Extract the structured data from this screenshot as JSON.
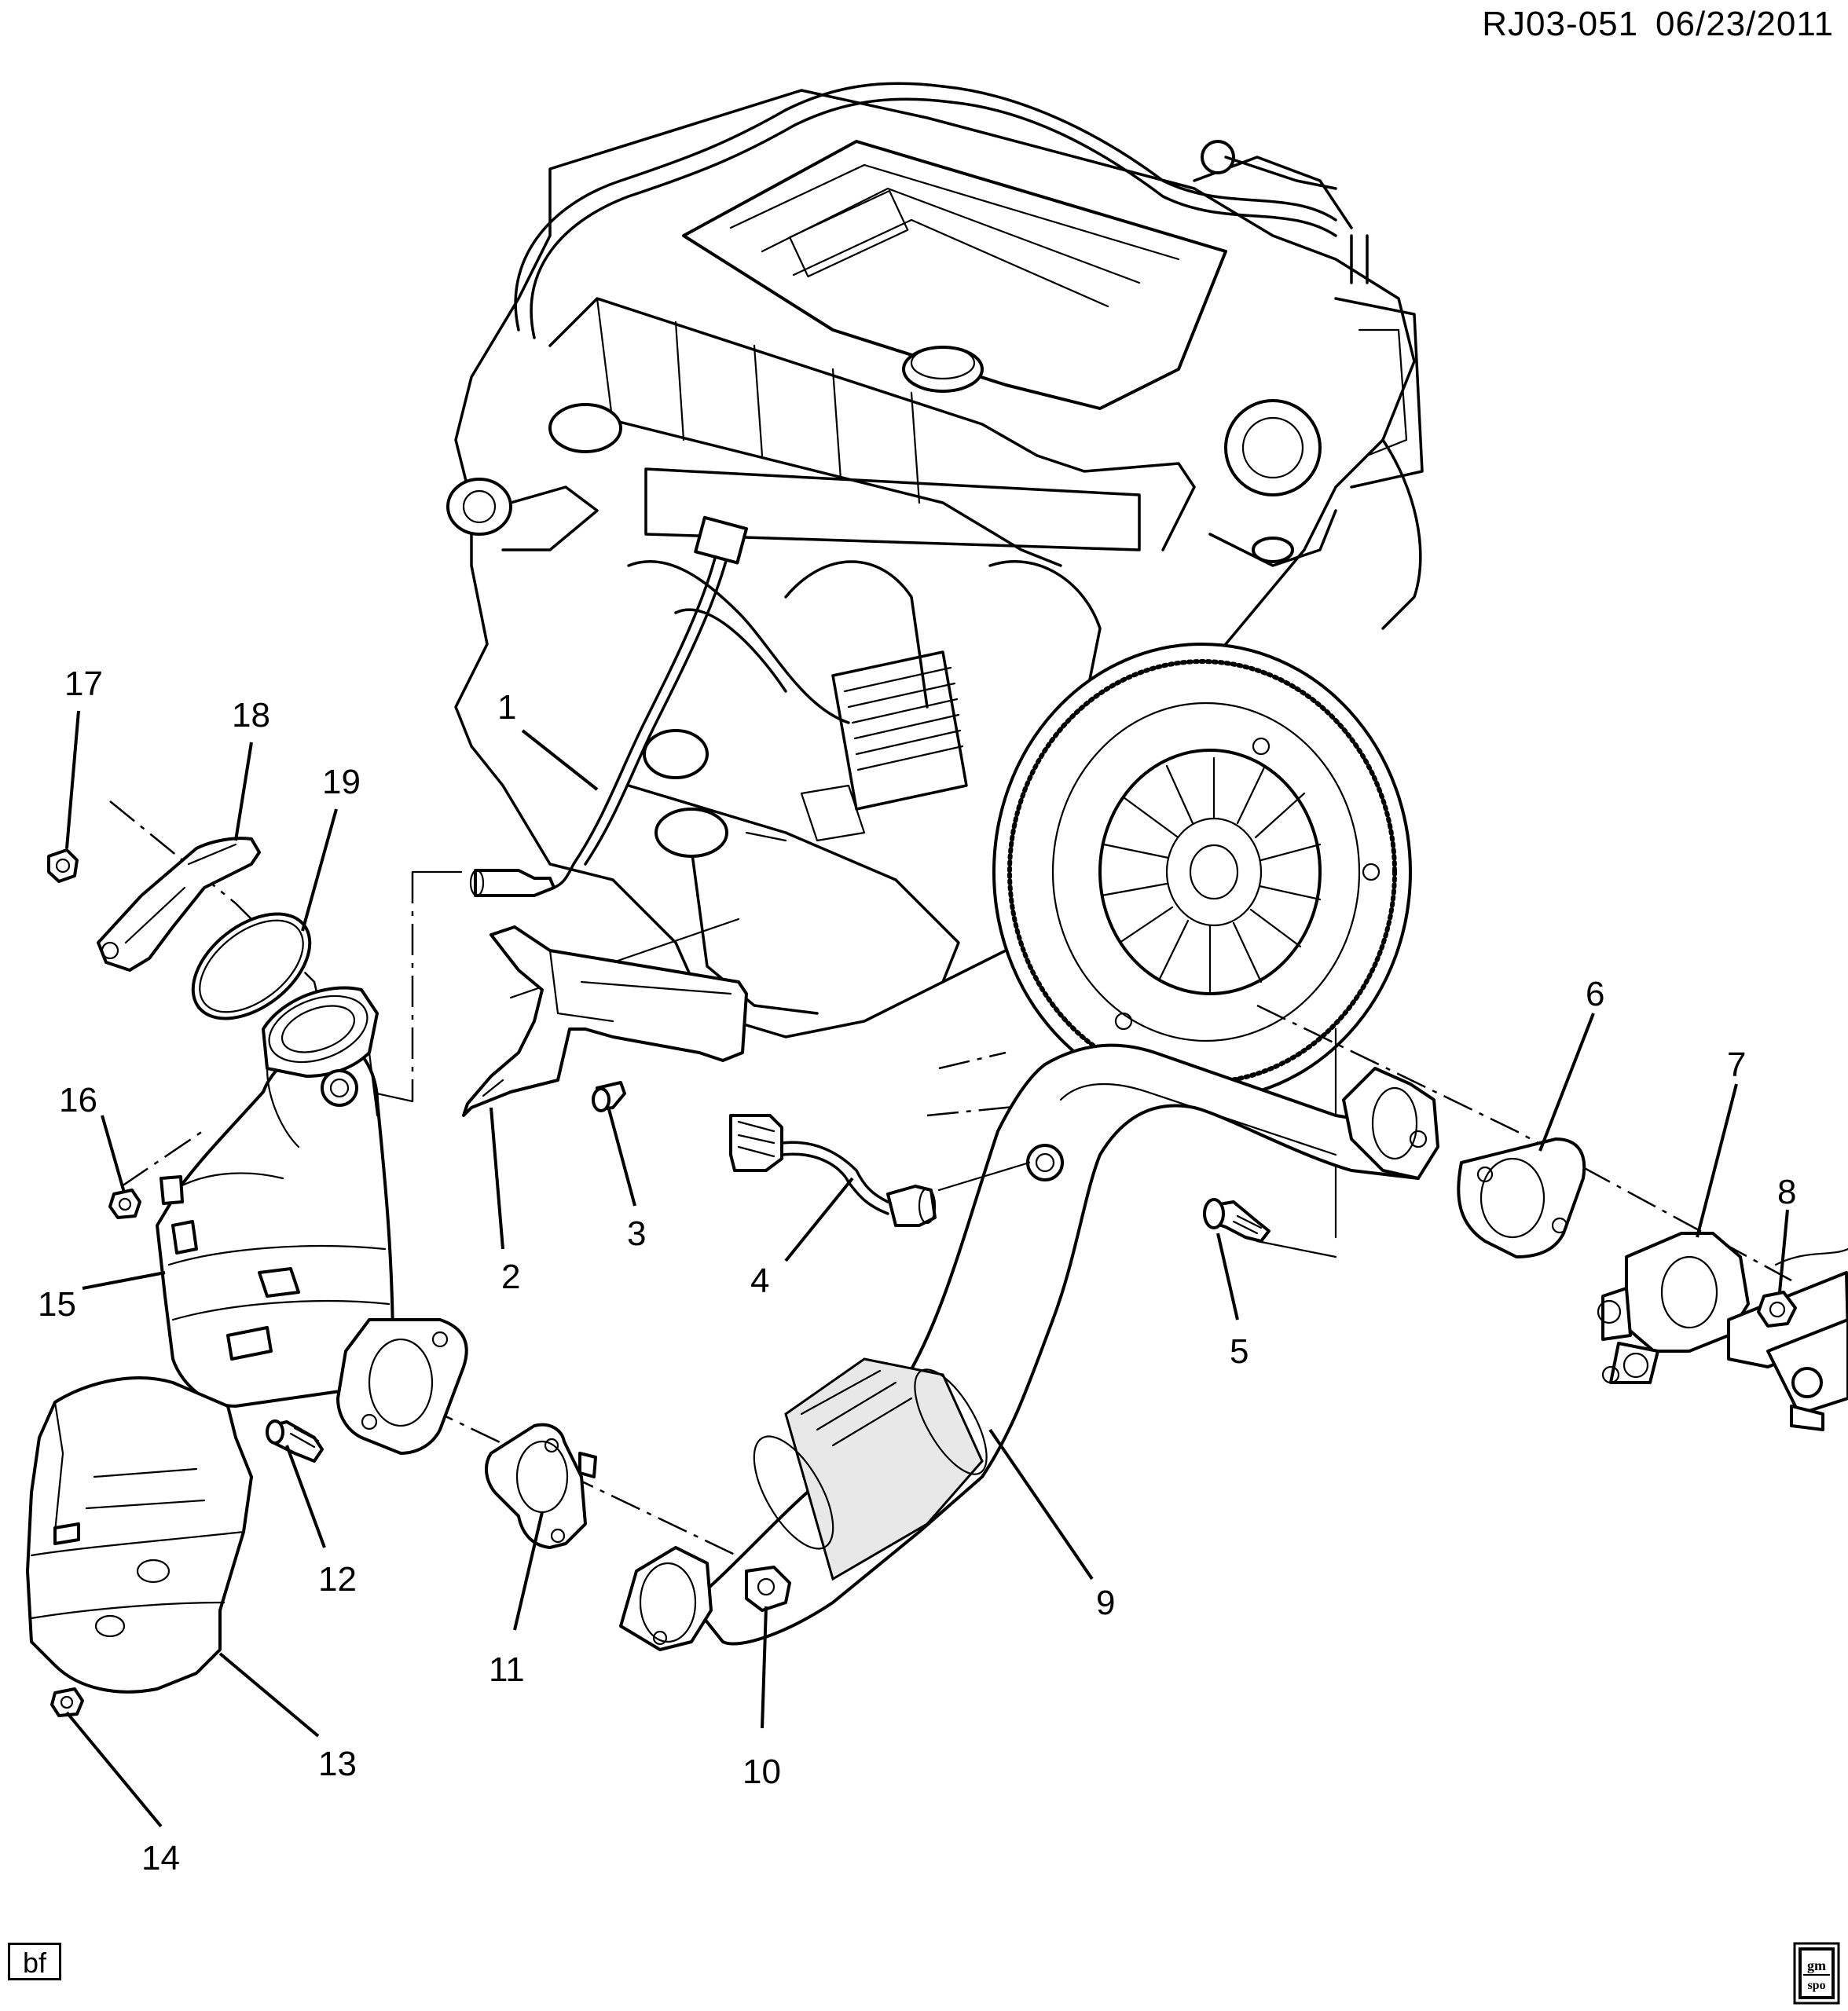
{
  "header": {
    "diagram_code": "RJ03-051",
    "date": "06/23/2011"
  },
  "footer": {
    "badge": "bf",
    "logo_top": "gm",
    "logo_bottom": "spo"
  },
  "callouts": [
    {
      "id": "1",
      "label": "1"
    },
    {
      "id": "2",
      "label": "2"
    },
    {
      "id": "3",
      "label": "3"
    },
    {
      "id": "4",
      "label": "4"
    },
    {
      "id": "5",
      "label": "5"
    },
    {
      "id": "6",
      "label": "6"
    },
    {
      "id": "7",
      "label": "7"
    },
    {
      "id": "8",
      "label": "8"
    },
    {
      "id": "9",
      "label": "9"
    },
    {
      "id": "10",
      "label": "10"
    },
    {
      "id": "11",
      "label": "11"
    },
    {
      "id": "12",
      "label": "12"
    },
    {
      "id": "13",
      "label": "13"
    },
    {
      "id": "14",
      "label": "14"
    },
    {
      "id": "15",
      "label": "15"
    },
    {
      "id": "16",
      "label": "16"
    },
    {
      "id": "17",
      "label": "17"
    },
    {
      "id": "18",
      "label": "18"
    },
    {
      "id": "19",
      "label": "19"
    }
  ]
}
